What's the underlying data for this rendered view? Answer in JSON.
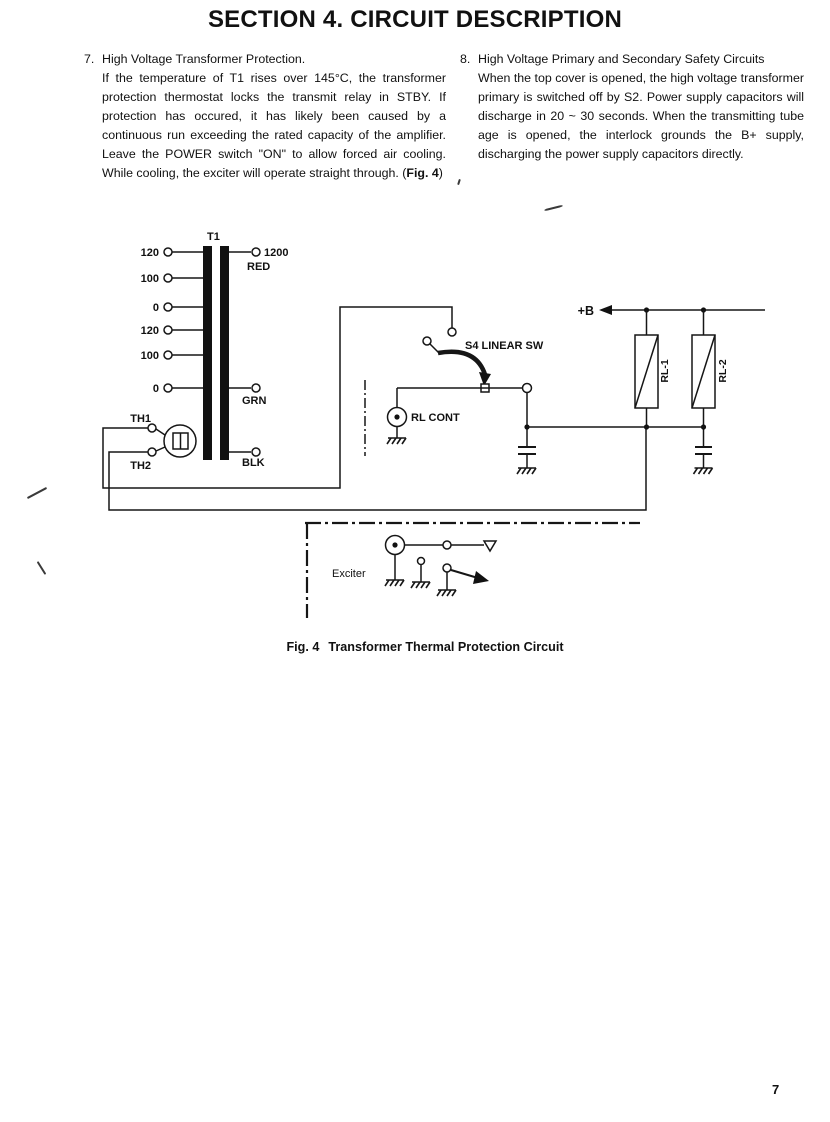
{
  "page": {
    "title": "SECTION 4. CIRCUIT DESCRIPTION",
    "number": "7"
  },
  "sections": {
    "item7": {
      "number": "7.",
      "heading": "High Voltage Transformer Protection.",
      "body": "If the temperature of T1 rises over 145°C, the transformer protection thermostat locks the transmit relay in STBY.  If protection has occured, it has likely been caused by a continuous run exceeding the rated capacity of the amplifier.  Leave the POWER switch \"ON\" to allow forced air cooling.  While cooling, the exciter will operate straight through.  (",
      "fig_ref": "Fig. 4",
      "tail": ")"
    },
    "item8": {
      "number": "8.",
      "heading": "High Voltage Primary and Secondary Safety Circuits",
      "body": "When the top cover is opened, the high voltage transformer primary is switched off by S2.  Power supply capacitors will discharge in 20 ~ 30 seconds.  When the transmitting tube age is opened, the interlock grounds the B+ supply, discharging the power supply capacitors directly."
    }
  },
  "figure": {
    "label": "Fig. 4",
    "caption": "Transformer Thermal Protection Circuit"
  },
  "diagram": {
    "labels": {
      "t1": "T1",
      "taps_left": [
        "120",
        "100",
        "0",
        "120",
        "100",
        "0"
      ],
      "sec_1200": "1200",
      "sec_red": "RED",
      "sec_grn": "GRN",
      "sec_blk": "BLK",
      "th1": "TH1",
      "th2": "TH2",
      "s4": "S4 LINEAR SW",
      "rl_cont": "RL CONT",
      "plus_b": "+B",
      "rl1": "RL-1",
      "rl2": "RL-2",
      "exciter": "Exciter"
    }
  }
}
